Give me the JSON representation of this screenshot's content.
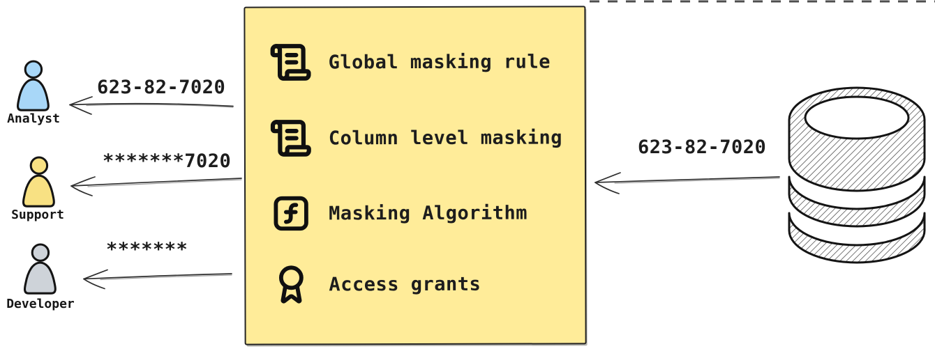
{
  "canvas": {
    "background": "#ffffff",
    "ink": "#1c1c1c",
    "edge_dashes": "top-right-dashed-border"
  },
  "consumers": [
    {
      "name": "Analyst",
      "received_value": "623-82-7020",
      "fill": "#a8d7f8",
      "icon": "person-icon"
    },
    {
      "name": "Support",
      "received_value": "*******7020",
      "fill": "#f8e183",
      "icon": "person-icon"
    },
    {
      "name": "Developer",
      "received_value": "*******",
      "fill": "#ced3d9",
      "icon": "person-icon"
    }
  ],
  "masking_box": {
    "background": "#ffec99",
    "border_color": "#232323",
    "items": [
      {
        "icon": "scroll-text-icon",
        "label": "Global masking rule"
      },
      {
        "icon": "scroll-text-icon",
        "label": "Column level masking"
      },
      {
        "icon": "function-square-icon",
        "label": "Masking Algorithm"
      },
      {
        "icon": "award-icon",
        "label": "Access grants"
      }
    ]
  },
  "source": {
    "icon": "database-icon",
    "outgoing_value": "623-82-7020"
  }
}
